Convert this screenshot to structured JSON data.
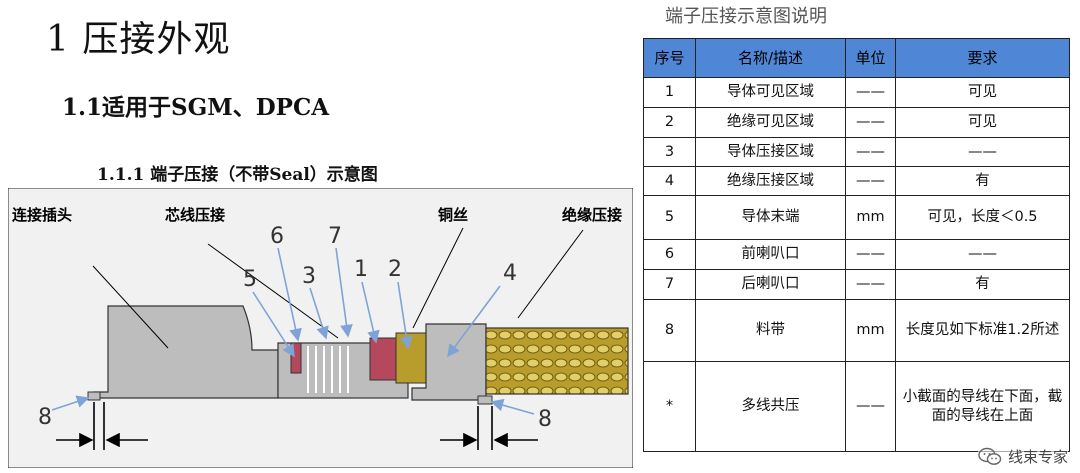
{
  "headings": {
    "h1": "1 压接外观",
    "h2": "1.1适用于SGM、DPCA",
    "h3": "1.1.1  端子压接（不带Seal）示意图"
  },
  "diagram": {
    "labels": {
      "connector_plug": "连接插头",
      "core_crimp": "芯线压接",
      "copper_wire": "铜丝",
      "insulation_crimp": "绝缘压接"
    },
    "callouts": [
      "6",
      "7",
      "5",
      "3",
      "1",
      "2",
      "4",
      "8",
      "8"
    ]
  },
  "table": {
    "caption": "端子压接示意图说明",
    "headers": [
      "序号",
      "名称/描述",
      "单位",
      "要求"
    ],
    "rows": [
      [
        "1",
        "导体可见区域",
        "——",
        "可见"
      ],
      [
        "2",
        "绝缘可见区域",
        "——",
        "可见"
      ],
      [
        "3",
        "导体压接区域",
        "——",
        "——"
      ],
      [
        "4",
        "绝缘压接区域",
        "——",
        "有"
      ],
      [
        "5",
        "导体末端",
        "mm",
        "可见，长度＜0.5"
      ],
      [
        "6",
        "前喇叭口",
        "——",
        "——"
      ],
      [
        "7",
        "后喇叭口",
        "——",
        "有"
      ],
      [
        "8",
        "料带",
        "mm",
        "长度见如下标准1.2所述"
      ],
      [
        "*",
        "多线共压",
        "——",
        "小截面的导线在下面，截面的导线在上面"
      ]
    ],
    "header_color": "#4f86d6"
  },
  "watermark": {
    "text": "线束专家",
    "icon": "wechat-icon"
  }
}
